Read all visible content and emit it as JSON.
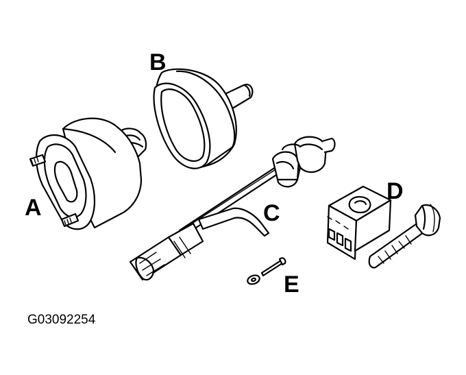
{
  "figure": {
    "labels": {
      "a": "A",
      "b": "B",
      "c": "C",
      "d": "D",
      "e": "E"
    },
    "code": "G03092254",
    "colors": {
      "ink": "#000000",
      "paper": "#ffffff"
    }
  }
}
